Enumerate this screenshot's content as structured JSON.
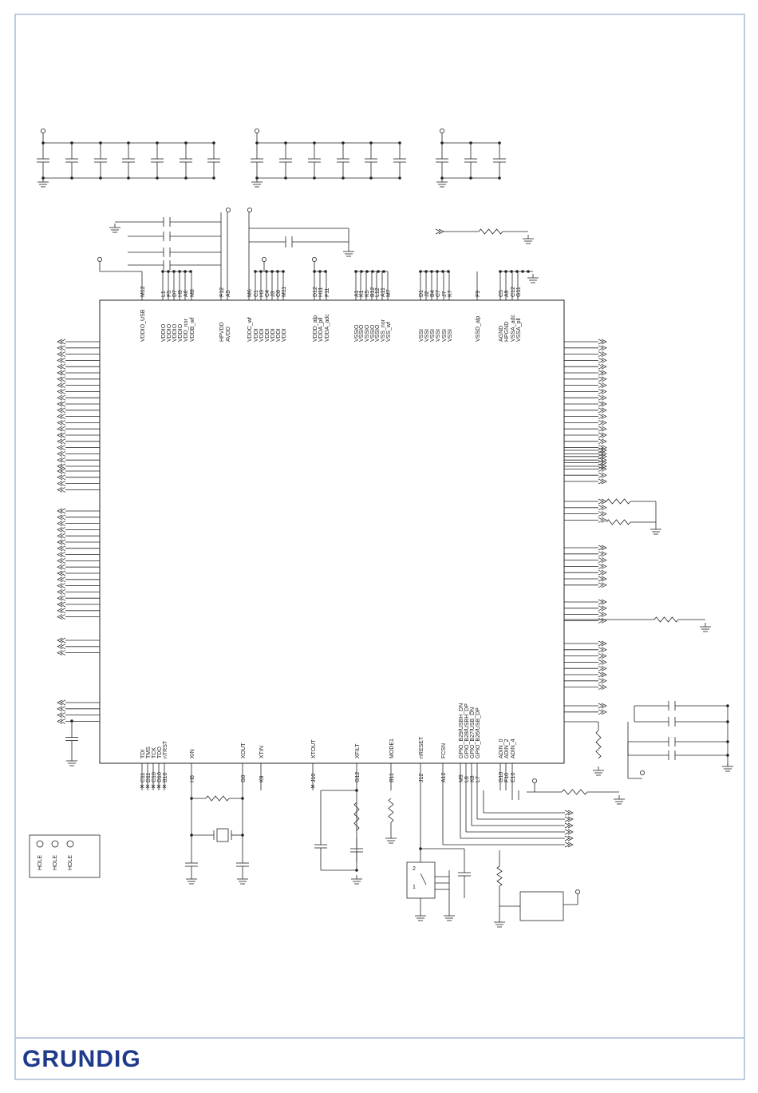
{
  "brand": {
    "logo_text": "GRUNDIG",
    "color": "#1f3a8c"
  },
  "frame_color": "#a9bcd6",
  "ic": {
    "top_pins": [
      {
        "name": "VDDIO_USB",
        "num": "M12"
      },
      {
        "name": "VDDIO",
        "num": "L1"
      },
      {
        "name": "VDDIO",
        "num": "F5"
      },
      {
        "name": "VDDIO",
        "num": "D7"
      },
      {
        "name": "VDDIO",
        "num": "H9"
      },
      {
        "name": "VDD_nor",
        "num": "A6"
      },
      {
        "name": "VDDB_wf",
        "num": "M8"
      },
      {
        "name": "HPVDD",
        "num": "F12"
      },
      {
        "name": "AVDD",
        "num": "A5"
      },
      {
        "name": "VDDC_wf",
        "num": "M6"
      },
      {
        "name": "VDDI",
        "num": "C1"
      },
      {
        "name": "VDDI",
        "num": "H3"
      },
      {
        "name": "VDDI",
        "num": "C4"
      },
      {
        "name": "VDDI",
        "num": "J3"
      },
      {
        "name": "VDDI",
        "num": "C8"
      },
      {
        "name": "VDDI",
        "num": "M11"
      },
      {
        "name": "VDDD_alp",
        "num": "D12"
      },
      {
        "name": "VDDA_pll",
        "num": "H11"
      },
      {
        "name": "VDDA_adc",
        "num": "F11"
      },
      {
        "name": "VSSIO",
        "num": "A1"
      },
      {
        "name": "VSSIO",
        "num": "K1"
      },
      {
        "name": "VSSIO",
        "num": "K5"
      },
      {
        "name": "VSSIO",
        "num": "B12"
      },
      {
        "name": "VSSIO",
        "num": "L12"
      },
      {
        "name": "VSS_nor",
        "num": "A11"
      },
      {
        "name": "VSS_wf",
        "num": "M7"
      },
      {
        "name": "VSSI",
        "num": "D1"
      },
      {
        "name": "VSSI",
        "num": "J2"
      },
      {
        "name": "VSSI",
        "num": "B4"
      },
      {
        "name": "VSSI",
        "num": "C7"
      },
      {
        "name": "VSSI",
        "num": "J7"
      },
      {
        "name": "VSSI",
        "num": "K7"
      },
      {
        "name": "VSSD_alp",
        "num": "F9"
      },
      {
        "name": "AGND",
        "num": "C5"
      },
      {
        "name": "HPGND",
        "num": "A9"
      },
      {
        "name": "VSSA_adc",
        "num": "C12"
      },
      {
        "name": "VSSA_pll",
        "num": "G11"
      }
    ],
    "bottom_pins": [
      {
        "name": "TDI",
        "num": "C11"
      },
      {
        "name": "TMS",
        "num": "D11"
      },
      {
        "name": "TCK",
        "num": "C10"
      },
      {
        "name": "TDO",
        "num": "D10"
      },
      {
        "name": "nTRST",
        "num": "B10"
      },
      {
        "name": "XIN",
        "num": "H8"
      },
      {
        "name": "XOUT",
        "num": "G8"
      },
      {
        "name": "XTIN",
        "num": "K9"
      },
      {
        "name": "XTOUT",
        "num": "J10"
      },
      {
        "name": "XFILT",
        "num": "G12"
      },
      {
        "name": "MODE1",
        "num": "B11"
      },
      {
        "name": "nRESET",
        "num": "J12"
      },
      {
        "name": "FCSN",
        "num": "A12"
      },
      {
        "name": "GPIO_B29/USBH_DN",
        "num": "M9"
      },
      {
        "name": "GPIO_B28/USBH_DP",
        "num": "L8"
      },
      {
        "name": "GPIO_B27/USB_DN",
        "num": "K8"
      },
      {
        "name": "GPIO_B26/USB_DP",
        "num": "L7"
      },
      {
        "name": "ADIN_0",
        "num": "G10"
      },
      {
        "name": "ADIN_2",
        "num": "F10"
      },
      {
        "name": "ADIN_4",
        "num": "E10"
      }
    ]
  },
  "switch": {
    "pin1": "1",
    "pin2": "2"
  },
  "holes": [
    "HOLE",
    "HOLE",
    "HOLE"
  ]
}
